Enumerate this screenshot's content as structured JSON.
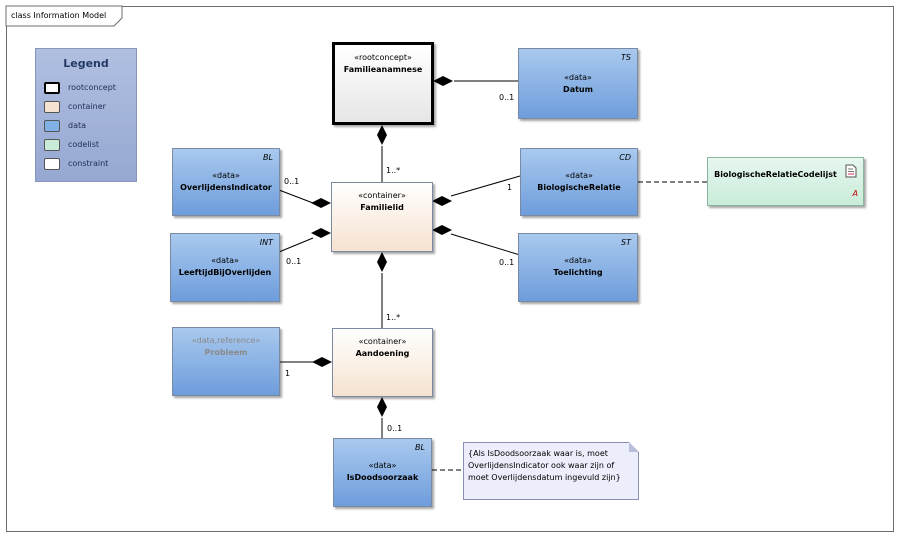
{
  "frame": {
    "title": "class Information Model"
  },
  "legend": {
    "title": "Legend",
    "items": [
      {
        "label": "rootconcept",
        "color": "#ffffff",
        "border": "#000000"
      },
      {
        "label": "container",
        "color": "#f6e2d0",
        "border": "#8a7a6a"
      },
      {
        "label": "data",
        "color": "#7fb0e6",
        "border": "#4a6a99"
      },
      {
        "label": "codelist",
        "color": "#c9ecd9",
        "border": "#6a9a80"
      },
      {
        "label": "constraint",
        "color": "#ffffff",
        "border": "#666666"
      }
    ]
  },
  "classes": {
    "familieanamnese": {
      "stereotype": "«rootconcept»",
      "name": "Familieanamnese"
    },
    "datum": {
      "stereotype": "«data»",
      "name": "Datum",
      "tag": "TS"
    },
    "overlijdensindicator": {
      "stereotype": "«data»",
      "name": "OverlijdensIndicator",
      "tag": "BL"
    },
    "familielid": {
      "stereotype": "«container»",
      "name": "Familielid"
    },
    "biologischerelatie": {
      "stereotype": "«data»",
      "name": "BiologischeRelatie",
      "tag": "CD"
    },
    "codelijst": {
      "name": "BiologischeRelatieCodelijst",
      "tag": "A"
    },
    "leeftijd": {
      "stereotype": "«data»",
      "name": "LeeftijdBijOverlijden",
      "tag": "INT"
    },
    "toelichting": {
      "stereotype": "«data»",
      "name": "Toelichting",
      "tag": "ST"
    },
    "probleem": {
      "stereotype": "«data,reference»",
      "name": "Probleem"
    },
    "aandoening": {
      "stereotype": "«container»",
      "name": "Aandoening"
    },
    "isdoodsoorzaak": {
      "stereotype": "«data»",
      "name": "IsDoodsoorzaak",
      "tag": "BL"
    }
  },
  "multiplicities": {
    "datum": "0..1",
    "familielid": "1..*",
    "overlijdensindicator": "0..1",
    "biologischerelatie": "1",
    "leeftijd": "0..1",
    "toelichting": "0..1",
    "aandoening": "1..*",
    "probleem": "1",
    "isdoodsoorzaak": "0..1"
  },
  "note": {
    "text": "{Als IsDoodsoorzaak waar is, moet OverlijdensIndicator ook waar zijn of moet Overlijdensdatum ingevuld zijn}"
  }
}
